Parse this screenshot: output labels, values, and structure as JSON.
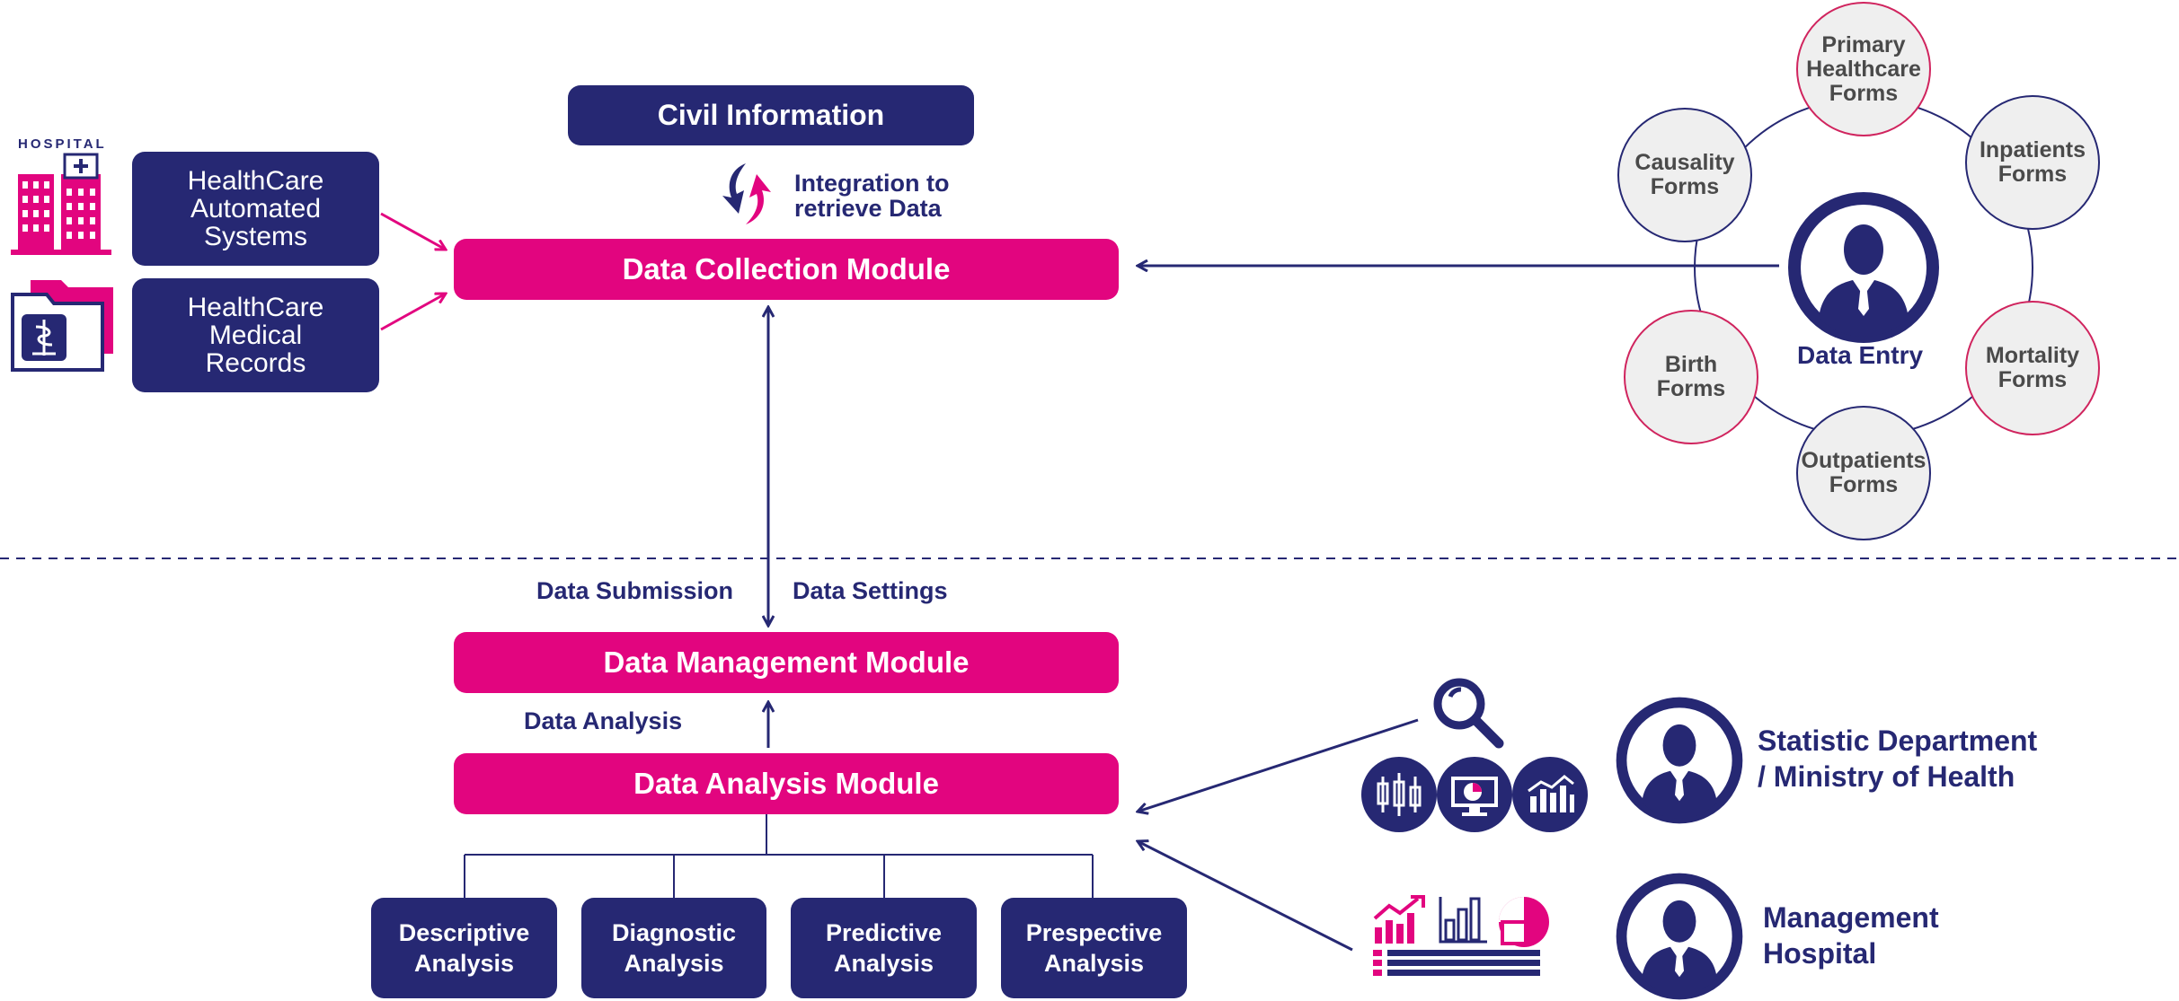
{
  "top": {
    "civil_information": "Civil Information",
    "integration_label": "Integration to\nretrieve Data",
    "hospital_label": "HOSPITAL",
    "healthcare_automated_systems": "HealthCare\nAutomated\nSystems",
    "healthcare_medical_records": "HealthCare\nMedical\nRecords",
    "data_collection_module": "Data Collection Module"
  },
  "data_entry": {
    "label": "Data Entry",
    "forms": {
      "primary": "Primary\nHealthcare\nForms",
      "inpatients": "Inpatients\nForms",
      "mortality": "Mortality\nForms",
      "outpatients": "Outpatients\nForms",
      "birth": "Birth\nForms",
      "causality": "Causality\nForms"
    }
  },
  "bottom": {
    "data_submission": "Data Submission",
    "data_settings": "Data Settings",
    "data_management_module": "Data Management Module",
    "data_analysis_label": "Data Analysis",
    "data_analysis_module": "Data Analysis Module",
    "analyses": {
      "descriptive": "Descriptive\nAnalysis",
      "diagnostic": "Diagnostic\nAnalysis",
      "predictive": "Predictive\nAnalysis",
      "prespective": "Prespective\nAnalysis"
    },
    "statistic_department": "Statistic Department\n/ Ministry of Health",
    "management_hospital": "Management\nHospital"
  },
  "colors": {
    "navy": "#262873",
    "pink": "#e2057f",
    "form_fill": "#efefef"
  }
}
